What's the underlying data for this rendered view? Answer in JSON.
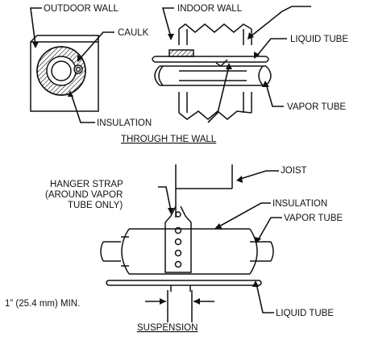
{
  "colors": {
    "ink": "#111111",
    "paper": "#ffffff"
  },
  "through_wall": {
    "labels": {
      "outdoor_wall": "OUTDOOR WALL",
      "indoor_wall": "INDOOR WALL",
      "caulk": "CAULK",
      "liquid_tube": "LIQUID TUBE",
      "vapor_tube": "VAPOR TUBE",
      "insulation": "INSULATION"
    },
    "title": "THROUGH THE WALL"
  },
  "suspension": {
    "labels": {
      "joist": "JOIST",
      "hanger_strap_1": "HANGER STRAP",
      "hanger_strap_2": "(AROUND VAPOR",
      "hanger_strap_3": "TUBE ONLY)",
      "insulation": "INSULATION",
      "vapor_tube": "VAPOR TUBE",
      "liquid_tube": "LIQUID TUBE",
      "dimension": "1” (25.4 mm) MIN."
    },
    "title": "SUSPENSION"
  }
}
